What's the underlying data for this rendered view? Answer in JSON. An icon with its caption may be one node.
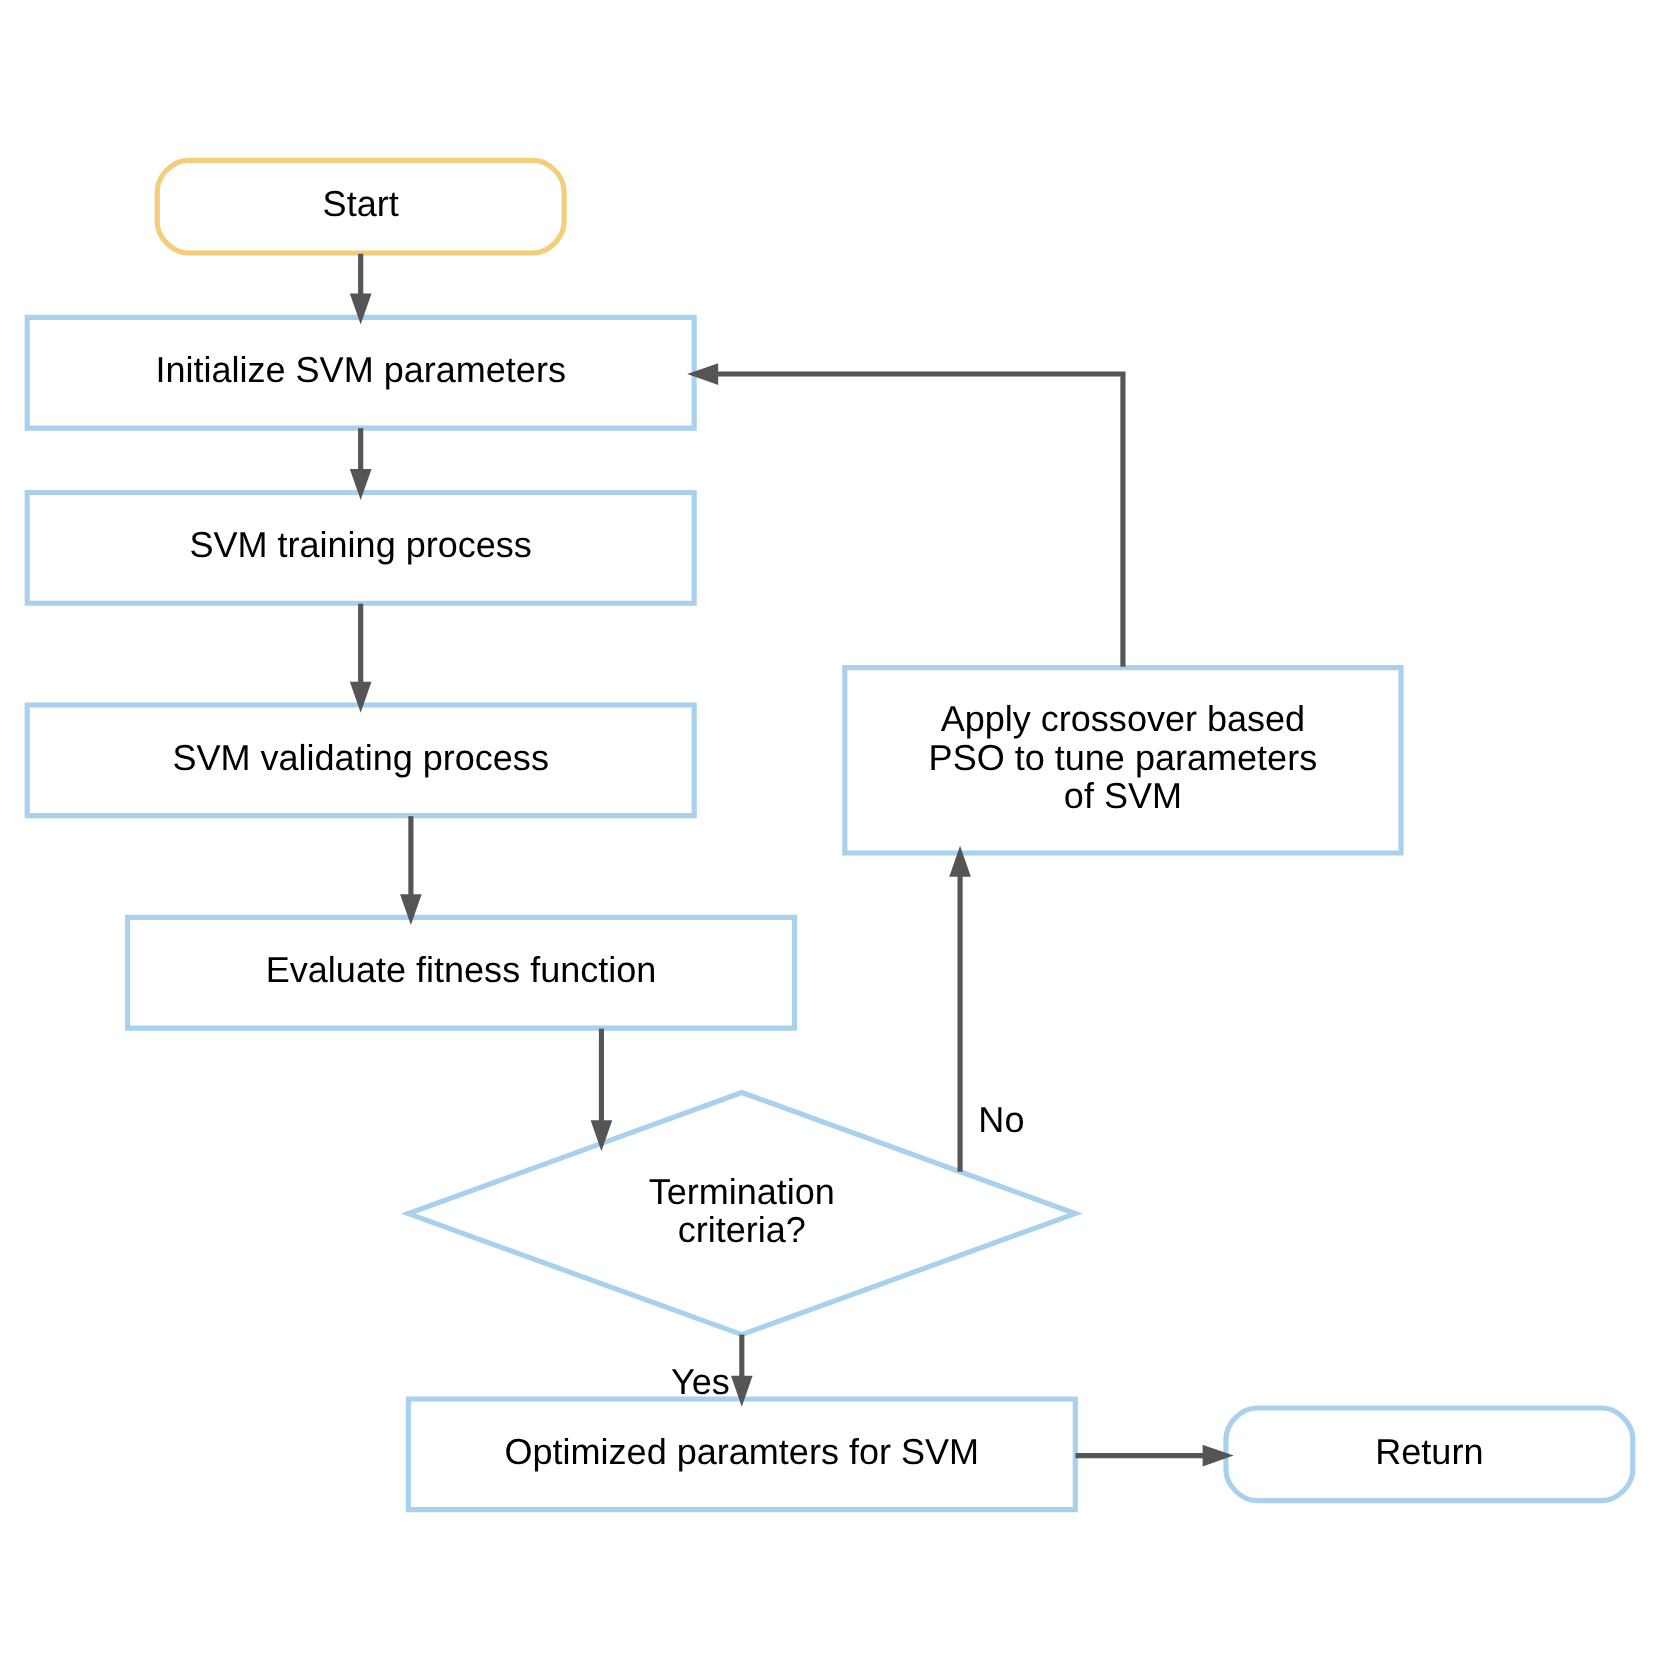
{
  "diagram": {
    "nodes": [
      {
        "text": [
          "Start"
        ]
      },
      {
        "text": [
          "Initialize SVM parameters"
        ]
      },
      {
        "text": [
          "SVM training process"
        ]
      },
      {
        "text": [
          "SVM validating process"
        ]
      },
      {
        "text": [
          "Evaluate fitness function"
        ]
      },
      {
        "text": [
          "Termination criteria?"
        ]
      },
      {
        "text": [
          "Optimized paramters for SVM"
        ]
      },
      {
        "text": [
          "Return"
        ]
      },
      {
        "text": [
          "Apply crossover based PSO to tune parameters of SVM"
        ]
      }
    ],
    "edges": [
      {
        "from": 0,
        "to": 1,
        "arrow": "to"
      },
      {
        "from": 1,
        "to": 2,
        "arrow": "to"
      },
      {
        "from": 2,
        "to": 3,
        "arrow": "to"
      },
      {
        "from": 3,
        "to": 4,
        "arrow": "to"
      },
      {
        "from": 4,
        "to": 5,
        "arrow": "to"
      },
      {
        "from": 5,
        "to": 6,
        "arrow": "to",
        "label": "Yes"
      },
      {
        "from": 6,
        "to": 7,
        "arrow": "to"
      },
      {
        "from": 5,
        "to": 8,
        "arrow": "to",
        "label": "No"
      },
      {
        "from": 8,
        "to": 1,
        "arrow": "to"
      }
    ]
  }
}
